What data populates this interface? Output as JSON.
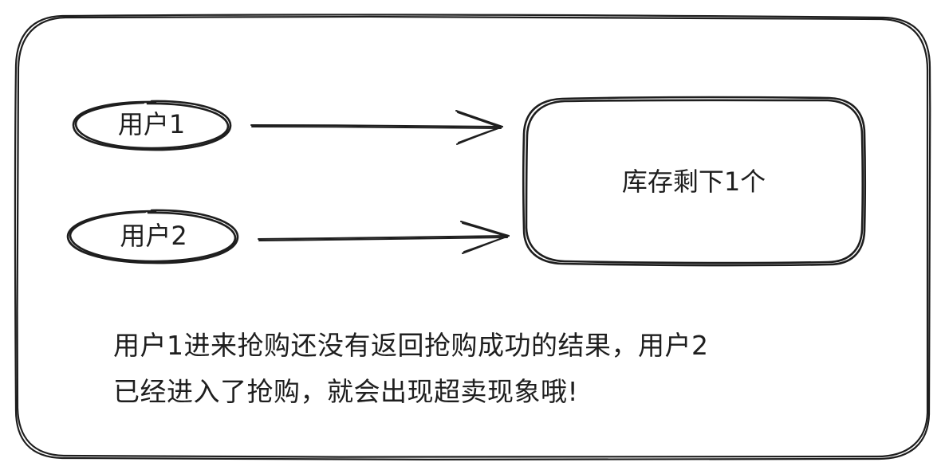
{
  "nodes": {
    "user1": "用户1",
    "user2": "用户2",
    "inventory": "库存剩下1个"
  },
  "caption": {
    "line1": "用户1进来抢购还没有返回抢购成功的结果，用户2",
    "line2": "已经进入了抢购，就会出现超卖现象哦!"
  },
  "style": {
    "stroke": "#1e1e1e",
    "background": "#ffffff"
  }
}
